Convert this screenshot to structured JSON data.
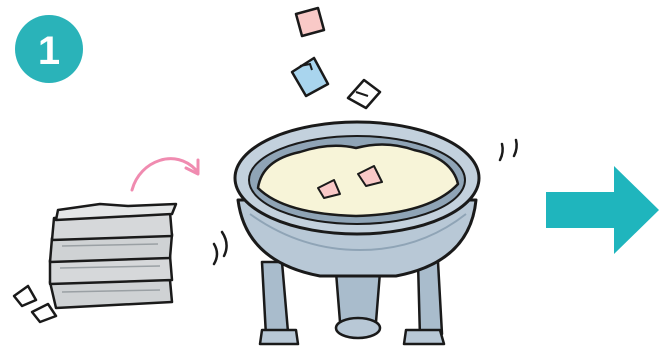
{
  "step": {
    "number": "1",
    "badge_color": "#2ab3b9"
  },
  "illustration": {
    "paper_stack_icon": "paper-stack",
    "curved_arrow_icon": "curved-arrow",
    "pulper_tank_icon": "pulper-vat",
    "next_arrow_icon": "arrow-right",
    "colors": {
      "tank": "#b8c8d6",
      "tank_dark": "#8fa4b6",
      "pulp": "#f7f4d8",
      "stack": "#cfd2d4",
      "curved_arrow": "#f08bb0",
      "next_arrow": "#1fb5bd",
      "scrap_pink": "#f9c9c7",
      "scrap_blue": "#a9d5ee",
      "outline": "#1a1a1a"
    }
  }
}
